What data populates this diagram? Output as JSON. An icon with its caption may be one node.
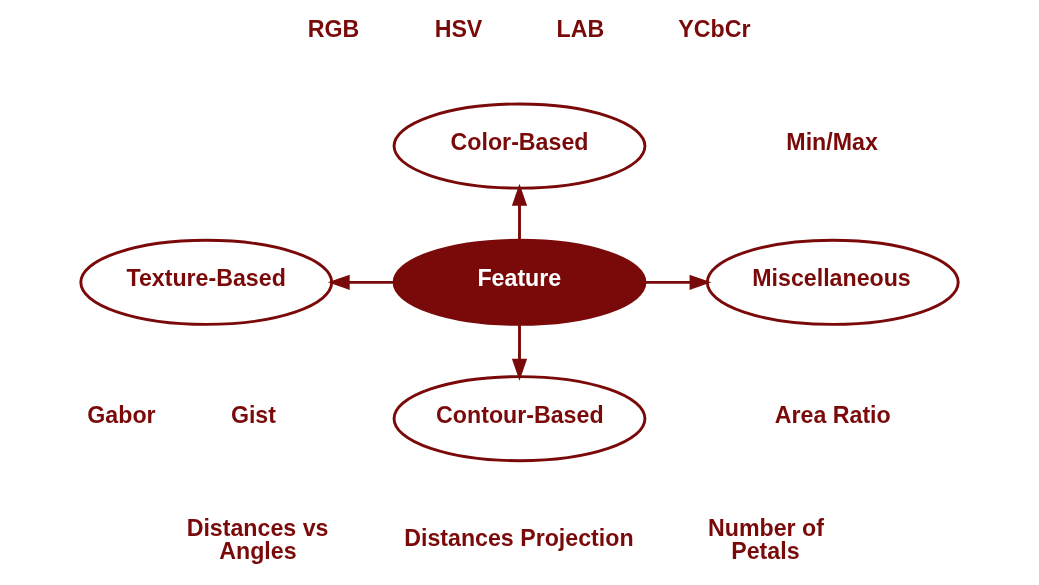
{
  "diagram": {
    "nodes": [
      {
        "text": [
          "Feature"
        ]
      },
      {
        "text": [
          "Color-Based"
        ],
        "beside": [
          "RGB",
          "HSV",
          "LAB",
          "YCbCr"
        ]
      },
      {
        "text": [
          "Texture-Based"
        ],
        "beside": [
          "Gabor",
          "Gist"
        ]
      },
      {
        "text": [
          "Miscellaneous"
        ],
        "beside": [
          "Min/Max",
          "Area Ratio"
        ]
      },
      {
        "text": [
          "Contour-Based"
        ],
        "beside": [
          "Distances vs Angles",
          "Distances Projection",
          "Number of Petals"
        ]
      }
    ],
    "edges": [
      {
        "from": 0,
        "to": 1,
        "arrow": "to"
      },
      {
        "from": 0,
        "to": 2,
        "arrow": "to"
      },
      {
        "from": 0,
        "to": 3,
        "arrow": "to"
      },
      {
        "from": 0,
        "to": 4,
        "arrow": "to"
      }
    ]
  }
}
